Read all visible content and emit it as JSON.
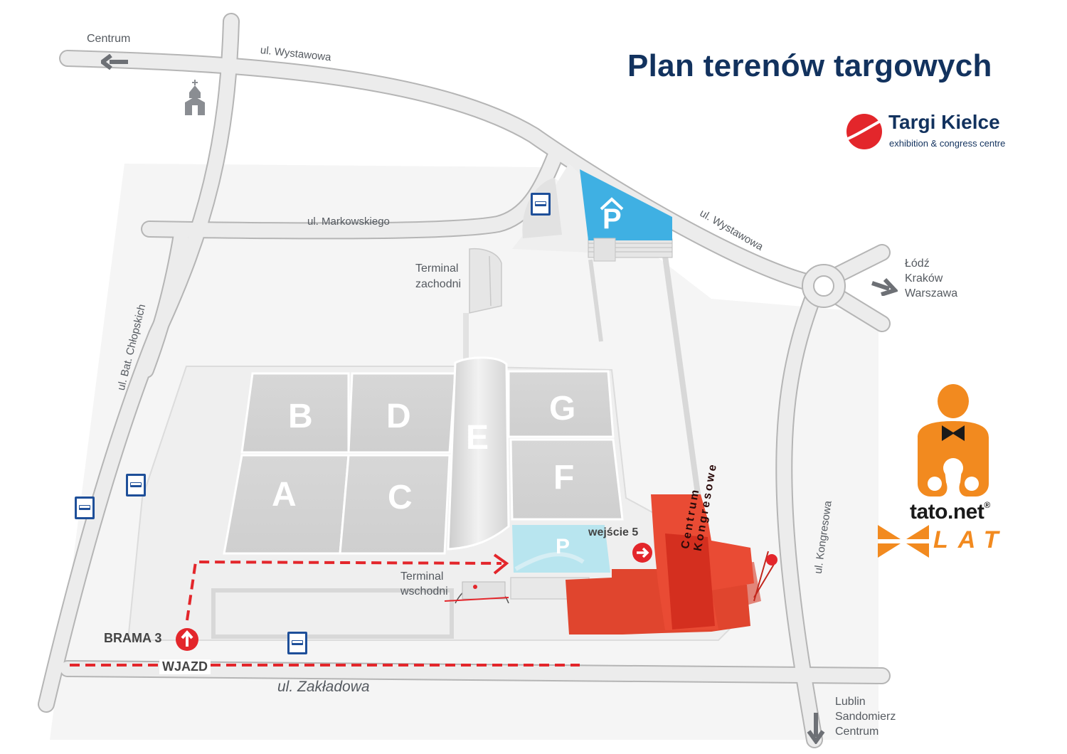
{
  "title": "Plan terenów targowych",
  "brand": {
    "name": "Targi Kielce",
    "subtitle": "exhibition & congress centre",
    "color": "#e3262b"
  },
  "colors": {
    "navy": "#12325e",
    "red": "#e3262b",
    "orange": "#f28a1f",
    "parking_blue": "#3fb0e3",
    "congress_red": "#e0452e",
    "road": "#e6e6e6",
    "road_border": "#b8b8b8"
  },
  "directions": {
    "west": "Centrum",
    "east": [
      "Łódź",
      "Kraków",
      "Warszawa"
    ],
    "south": [
      "Lublin",
      "Sandomierz",
      "Centrum"
    ]
  },
  "streets": {
    "wystawowa_top": "ul. Wystawowa",
    "wystawowa_right": "ul. Wystawowa",
    "markowskiego": "ul. Markowskiego",
    "chlopskich": "ul. Bat. Chłopskich",
    "kongresowa": "ul. Kongresowa",
    "zakladowa": "ul. Zakładowa"
  },
  "terminals": {
    "west": [
      "Terminal",
      "zachodni"
    ],
    "east": [
      "Terminal",
      "wschodni"
    ]
  },
  "halls": [
    "A",
    "B",
    "C",
    "D",
    "E",
    "F",
    "G"
  ],
  "parking_label": "P",
  "gate_label": "BRAMA 3",
  "entry_label": "WJAZD",
  "entrance_label": "wejście 5",
  "congress_centre": [
    "Centrum",
    "Kongresowe"
  ],
  "icons": [
    "church-icon",
    "bus-stop-icon",
    "parking-icon",
    "arrow-left-icon",
    "arrow-right-icon",
    "arrow-down-icon",
    "arrow-up-icon"
  ],
  "partner": {
    "name": "tato.net",
    "registered": "®",
    "anniversary": "LAT"
  }
}
